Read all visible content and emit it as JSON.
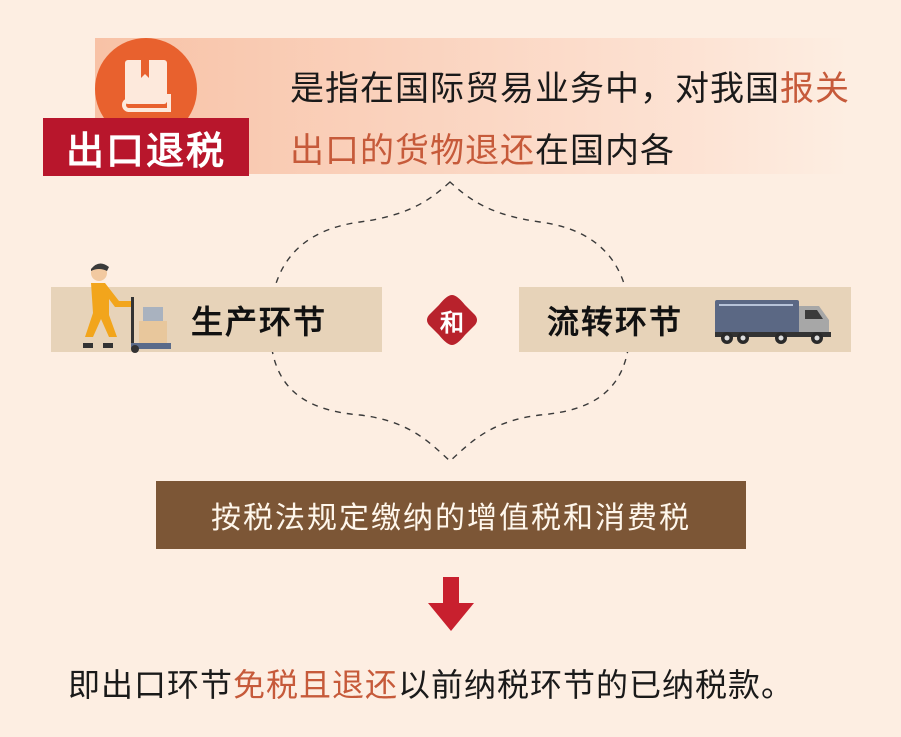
{
  "header": {
    "title": "出口退税",
    "icon": "book-icon",
    "description": {
      "part1": "是指在国际贸易业务中，对我国",
      "highlight": "报关出口的货物退还",
      "part2": "在国内各"
    }
  },
  "stages": {
    "production": {
      "label": "生产环节",
      "icon": "worker-pushing-cart-icon"
    },
    "connector": "和",
    "circulation": {
      "label": "流转环节",
      "icon": "truck-icon"
    }
  },
  "tax_box": {
    "label": "按税法规定缴纳的增值税和消费税"
  },
  "arrow": {
    "icon": "arrow-down-icon"
  },
  "conclusion": {
    "part1": "即出口环节",
    "highlight": "免税且退还",
    "part2": "以前纳税环节的已纳税款。"
  },
  "colors": {
    "background": "#fdeee2",
    "accent_red": "#b8162c",
    "accent_orange": "#e8612e",
    "highlight_text": "#c65a3a",
    "stage_box": "#e7d3b9",
    "tax_box": "#7c5636"
  }
}
